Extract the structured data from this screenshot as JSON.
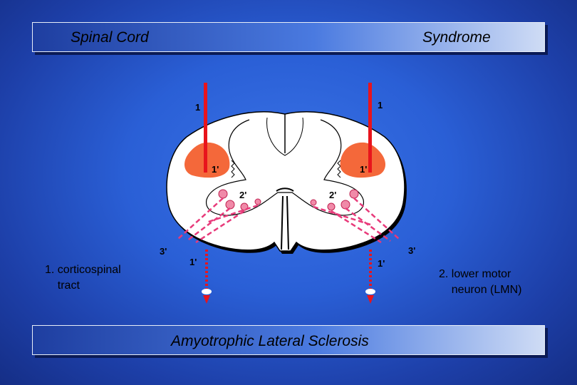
{
  "header": {
    "left": "Spinal Cord",
    "right": "Syndrome"
  },
  "footer": {
    "title": "Amyotrophic Lateral Sclerosis"
  },
  "captions": {
    "left": "1. corticospinal\n    tract",
    "right": "2. lower motor\n    neuron (LMN)"
  },
  "diagram": {
    "labels": {
      "tract_left": "1",
      "tract_right": "1",
      "lesion_left": "1'",
      "lesion_right": "1'",
      "horn_left": "2'",
      "horn_right": "2'",
      "root_left": "3'",
      "root_right": "3'",
      "axon_left": "1'",
      "axon_right": "1'"
    },
    "colors": {
      "tract": "#e8141c",
      "lesion": "#f4683a",
      "neuron": "#e83a7a",
      "cord": "#ffffff",
      "outline": "#000000"
    }
  }
}
